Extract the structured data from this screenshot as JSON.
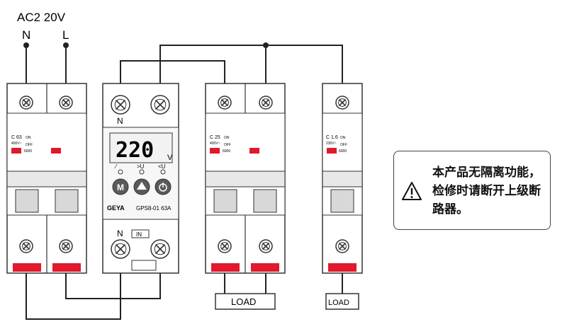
{
  "supply": {
    "voltage": "AC2 20V",
    "neutral": "N",
    "line": "L"
  },
  "protector": {
    "display": "220",
    "unit": "V",
    "terminal_top": "N",
    "terminal_bottom": "N",
    "in_label": "IN",
    "indicator_labels": [
      "⁄",
      ">U",
      "<U"
    ],
    "brand": "GEYA",
    "model": "GPS8-01 63A",
    "buttons": [
      "M"
    ]
  },
  "breakers": [
    {
      "rating": "C 63",
      "spec1": "400V~",
      "spec2": "6000",
      "state_on": "ON",
      "state_off": "OFF"
    },
    {
      "rating": "C 25",
      "spec1": "400V~",
      "spec2": "6000",
      "state_on": "ON",
      "state_off": "OFF"
    },
    {
      "rating": "C 1.6",
      "spec1": "230V~",
      "spec2": "6000",
      "state_on": "ON",
      "state_off": "OFF"
    }
  ],
  "loads": [
    "LOAD",
    "LOAD"
  ],
  "notice": {
    "text": "本产品无隔离功能，检修时请断开上级断路器。"
  },
  "colors": {
    "wire": "#222222",
    "breaker_red": "#e0192d",
    "display_bg": "#f2f2f2",
    "button_dark": "#5a5a5a"
  }
}
